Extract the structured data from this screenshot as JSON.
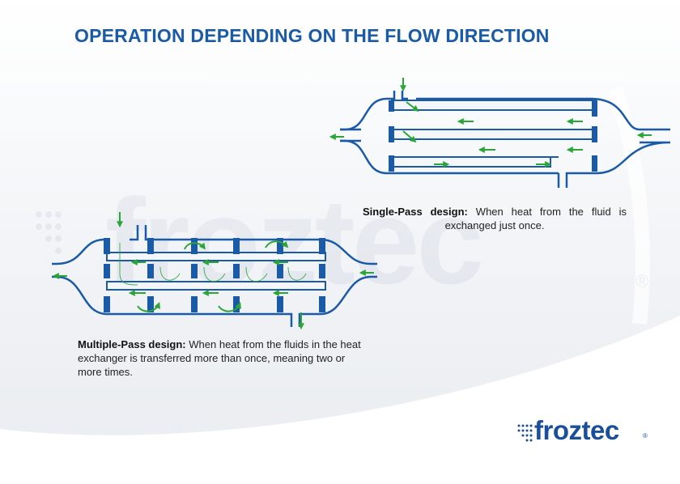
{
  "title": "OPERATION DEPENDING ON THE FLOW DIRECTION",
  "single_pass": {
    "heading": "Single-Pass design:",
    "text": "When heat from the fluid is exchanged just once."
  },
  "multi_pass": {
    "heading": "Multiple-Pass design:",
    "text": "When heat from the fluids in the heat exchanger is transferred more than once, meaning two or more times."
  },
  "brand": {
    "name": "froztec",
    "registered": "®",
    "watermark": "froztec",
    "primary_color": "#1a5aa6",
    "arrow_color": "#2aa637",
    "light_blue": "#c9daef"
  }
}
